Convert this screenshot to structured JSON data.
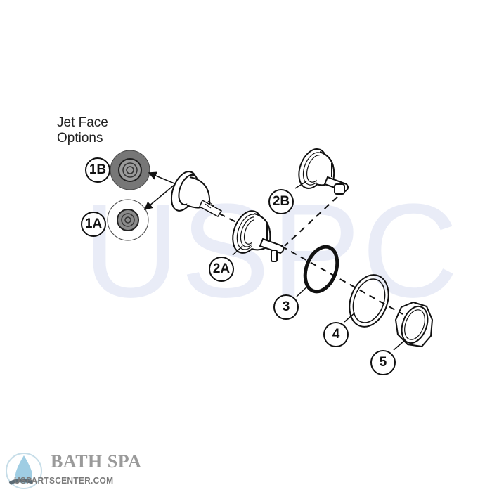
{
  "diagram": {
    "title_lines": [
      "Jet Face",
      "Options"
    ],
    "watermark": "USPC",
    "callouts": [
      {
        "id": "1B",
        "label": "1B",
        "part": "jet-face-option-b"
      },
      {
        "id": "1A",
        "label": "1A",
        "part": "jet-face-option-a"
      },
      {
        "id": "2B",
        "label": "2B",
        "part": "jet-body-b"
      },
      {
        "id": "2A",
        "label": "2A",
        "part": "jet-body-a"
      },
      {
        "id": "3",
        "label": "3",
        "part": "gasket"
      },
      {
        "id": "4",
        "label": "4",
        "part": "washer-ring"
      },
      {
        "id": "5",
        "label": "5",
        "part": "nut"
      }
    ],
    "colors": {
      "line": "#111111",
      "face_fill_dark": "#7a7a7a",
      "face_fill_mid": "#9b9b9b",
      "watermark": "#e9ecf7"
    }
  },
  "logo": {
    "brand": "BATH SPA",
    "site": "USPARTSCENTER.COM",
    "icon": "water-drop-icon"
  }
}
